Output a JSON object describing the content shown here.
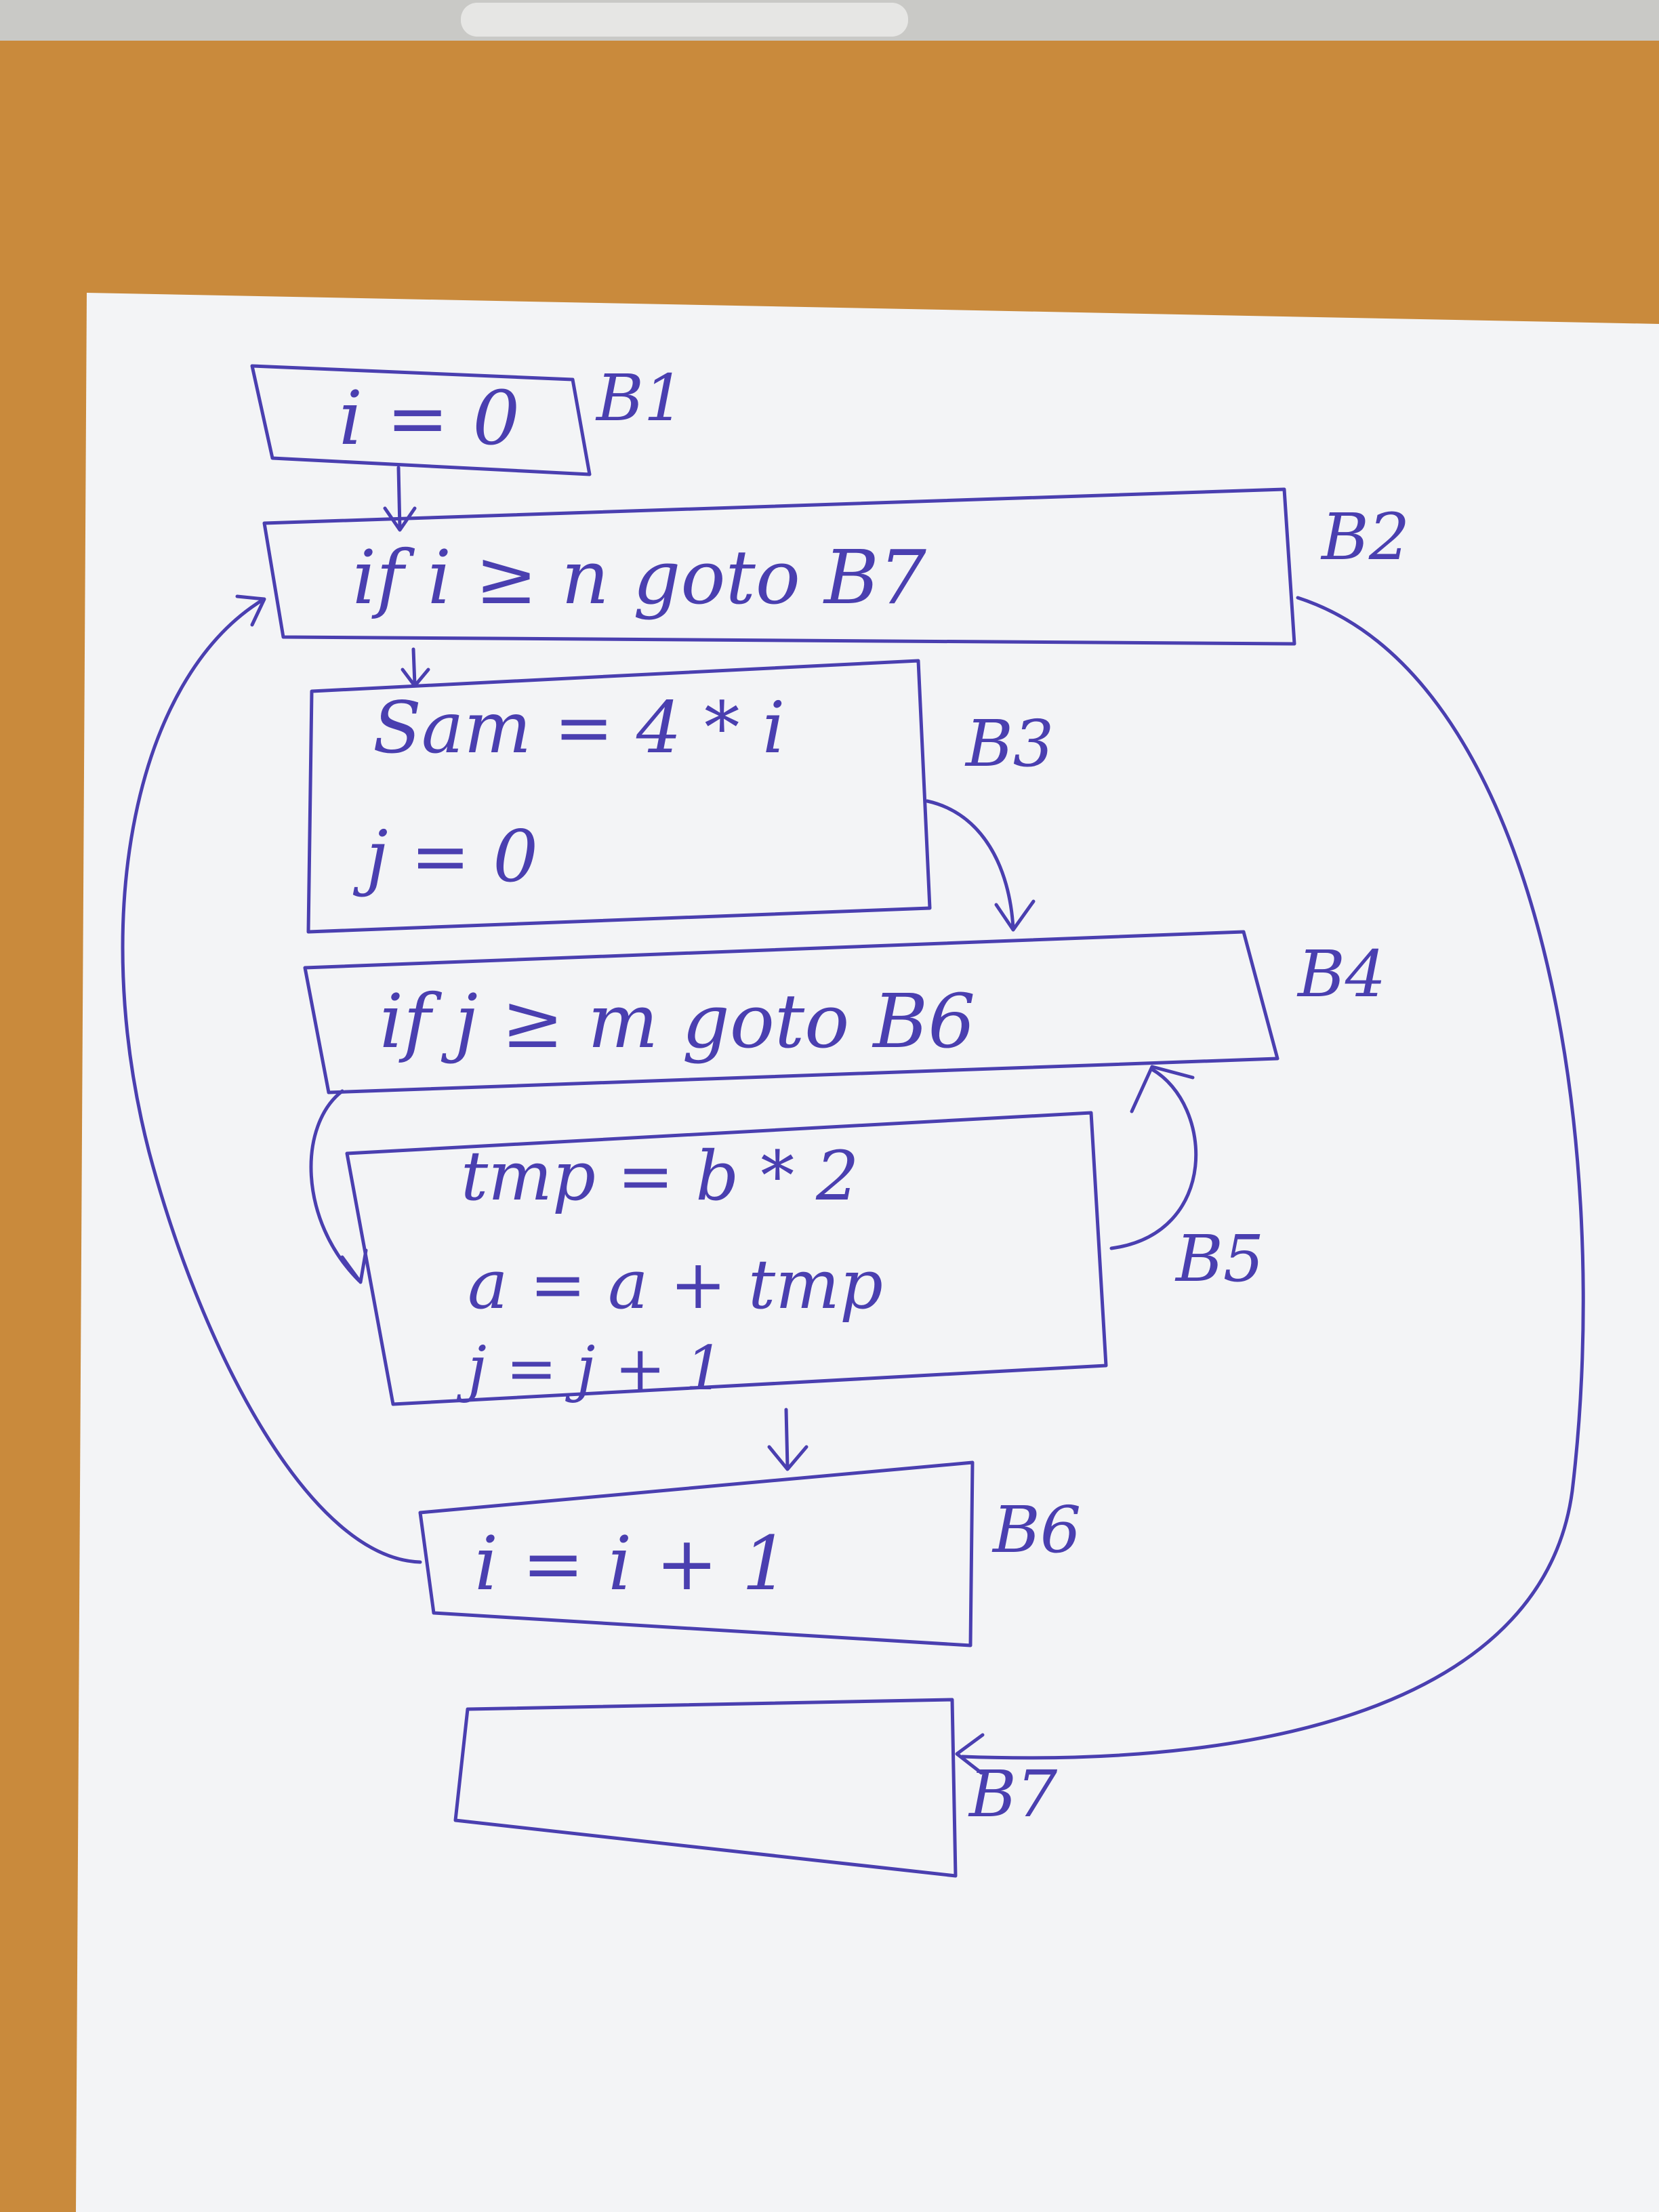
{
  "diagram": {
    "ink_color": "#4a3fb0",
    "paper_color": "#f3f4f6",
    "desk_color": "#c98a3c",
    "blocks": [
      {
        "id": "B1",
        "label": "B1",
        "lines": [
          "i = 0"
        ]
      },
      {
        "id": "B2",
        "label": "B2",
        "lines": [
          "if  i ≥ n  goto  B7"
        ]
      },
      {
        "id": "B3",
        "label": "B3",
        "lines": [
          "Sam = 4 * i",
          "j = 0"
        ]
      },
      {
        "id": "B4",
        "label": "B4",
        "lines": [
          "if  j ≥ m  goto  B6"
        ]
      },
      {
        "id": "B5",
        "label": "B5",
        "lines": [
          "tmp = b * 2",
          "a  =  a + tmp",
          "j = j + 1"
        ]
      },
      {
        "id": "B6",
        "label": "B6",
        "lines": [
          "i = i + 1"
        ]
      },
      {
        "id": "B7",
        "label": "B7",
        "lines": []
      }
    ],
    "edges": [
      {
        "from": "B1",
        "to": "B2"
      },
      {
        "from": "B2",
        "to": "B3"
      },
      {
        "from": "B3",
        "to": "B4"
      },
      {
        "from": "B4",
        "to": "B5"
      },
      {
        "from": "B5",
        "to": "B4"
      },
      {
        "from": "B5",
        "to": "B6"
      },
      {
        "from": "B6",
        "to": "B2"
      },
      {
        "from": "B2",
        "to": "B7"
      }
    ]
  }
}
